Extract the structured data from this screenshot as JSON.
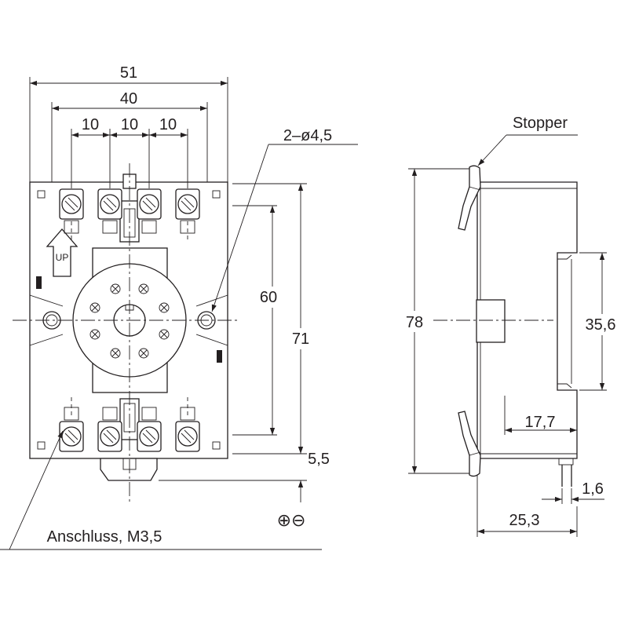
{
  "colors": {
    "line": "#231f20",
    "background": "#ffffff"
  },
  "front_view": {
    "dim_overall_width": "51",
    "dim_hole_spacing": "40",
    "dim_pitch": [
      "10",
      "10",
      "10"
    ],
    "dim_hole_callout": "2–ø4,5",
    "dim_terminal_rows": "60",
    "dim_overall_height": "71",
    "dim_clip": "5,5",
    "orientation_label": "UP",
    "terminal_callout": "Anschluss, M3,5",
    "polarity_symbols": "⊕⊖"
  },
  "side_view": {
    "stopper_label": "Stopper",
    "dim_height": "78",
    "dim_rail": "35,6",
    "dim_depth_to_rail": "17,7",
    "dim_pin": "1,6",
    "dim_depth": "25,3"
  }
}
